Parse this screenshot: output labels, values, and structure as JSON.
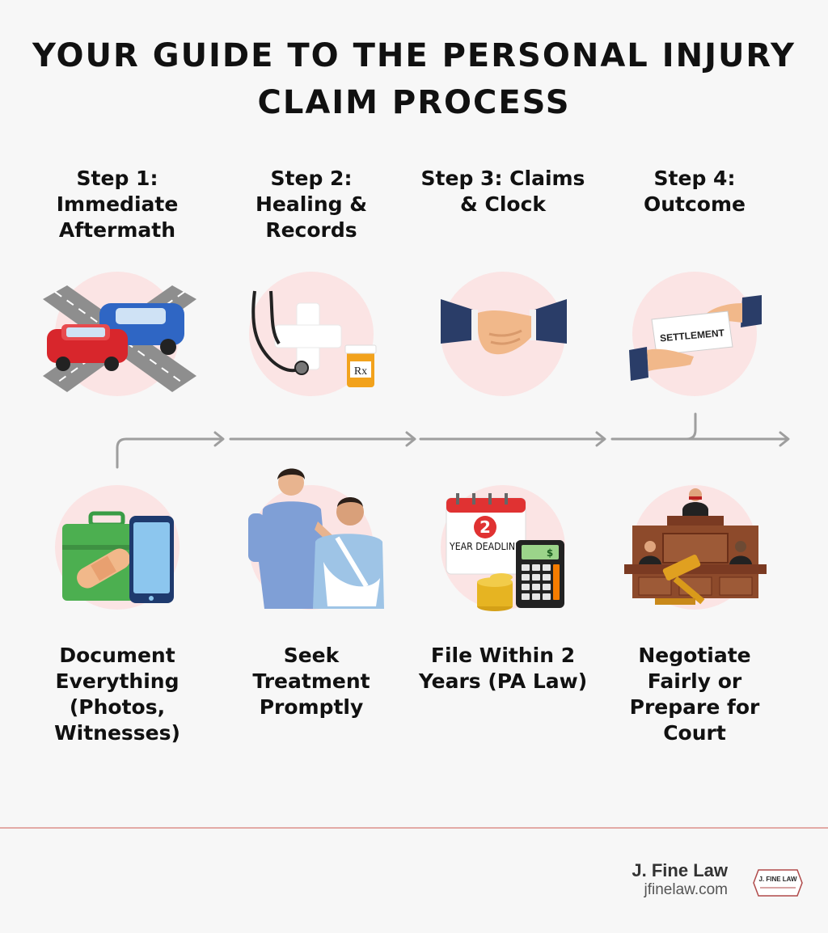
{
  "title": "YOUR GUIDE TO THE PERSONAL INJURY CLAIM PROCESS",
  "steps": [
    {
      "label": "Step 1: Immediate Aftermath",
      "caption": "Document Everything (Photos, Witnesses)"
    },
    {
      "label": "Step 2: Healing & Records",
      "caption": "Seek Treatment Promptly"
    },
    {
      "label": "Step 3: Claims & Clock",
      "caption": "File Within 2 Years (PA Law)"
    },
    {
      "label": "Step 4: Outcome",
      "caption": "Negotiate Fairly or Prepare for Court"
    }
  ],
  "illustrations": {
    "settlement_text": "SETTLEMENT",
    "rx_text": "Rx",
    "deadline_number": "2",
    "deadline_text": "YEAR DEADLINE",
    "calculator_sign": "$"
  },
  "footer": {
    "brand": "J. Fine Law",
    "url": "jfinelaw.com",
    "logo_text": "J. FINE LAW"
  },
  "colors": {
    "accent_circle": "#fbe4e4",
    "connector": "#9e9e9e",
    "footer_line": "#e3aaa6"
  },
  "icons": [
    "car-crash-icon",
    "medical-cross-icon",
    "handshake-icon",
    "settlement-icon",
    "first-aid-phone-icon",
    "nurse-patient-icon",
    "calendar-calculator-icon",
    "courtroom-icon"
  ]
}
